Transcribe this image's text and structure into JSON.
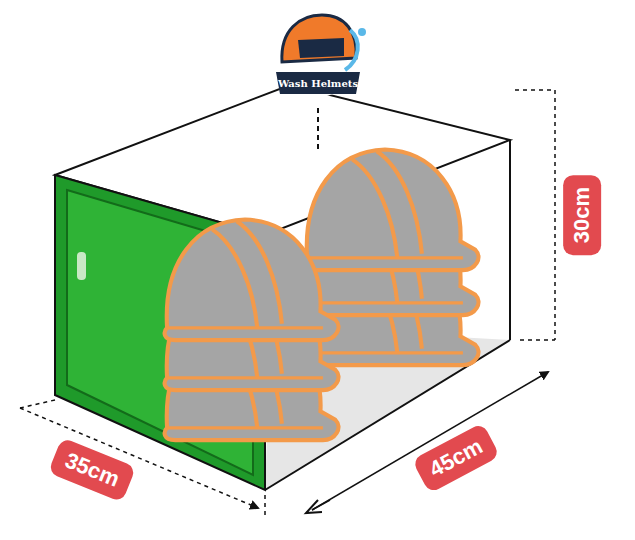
{
  "diagram": {
    "labels": [
      "Wash Helmets",
      "30cm",
      "35cm",
      "45cm"
    ]
  }
}
